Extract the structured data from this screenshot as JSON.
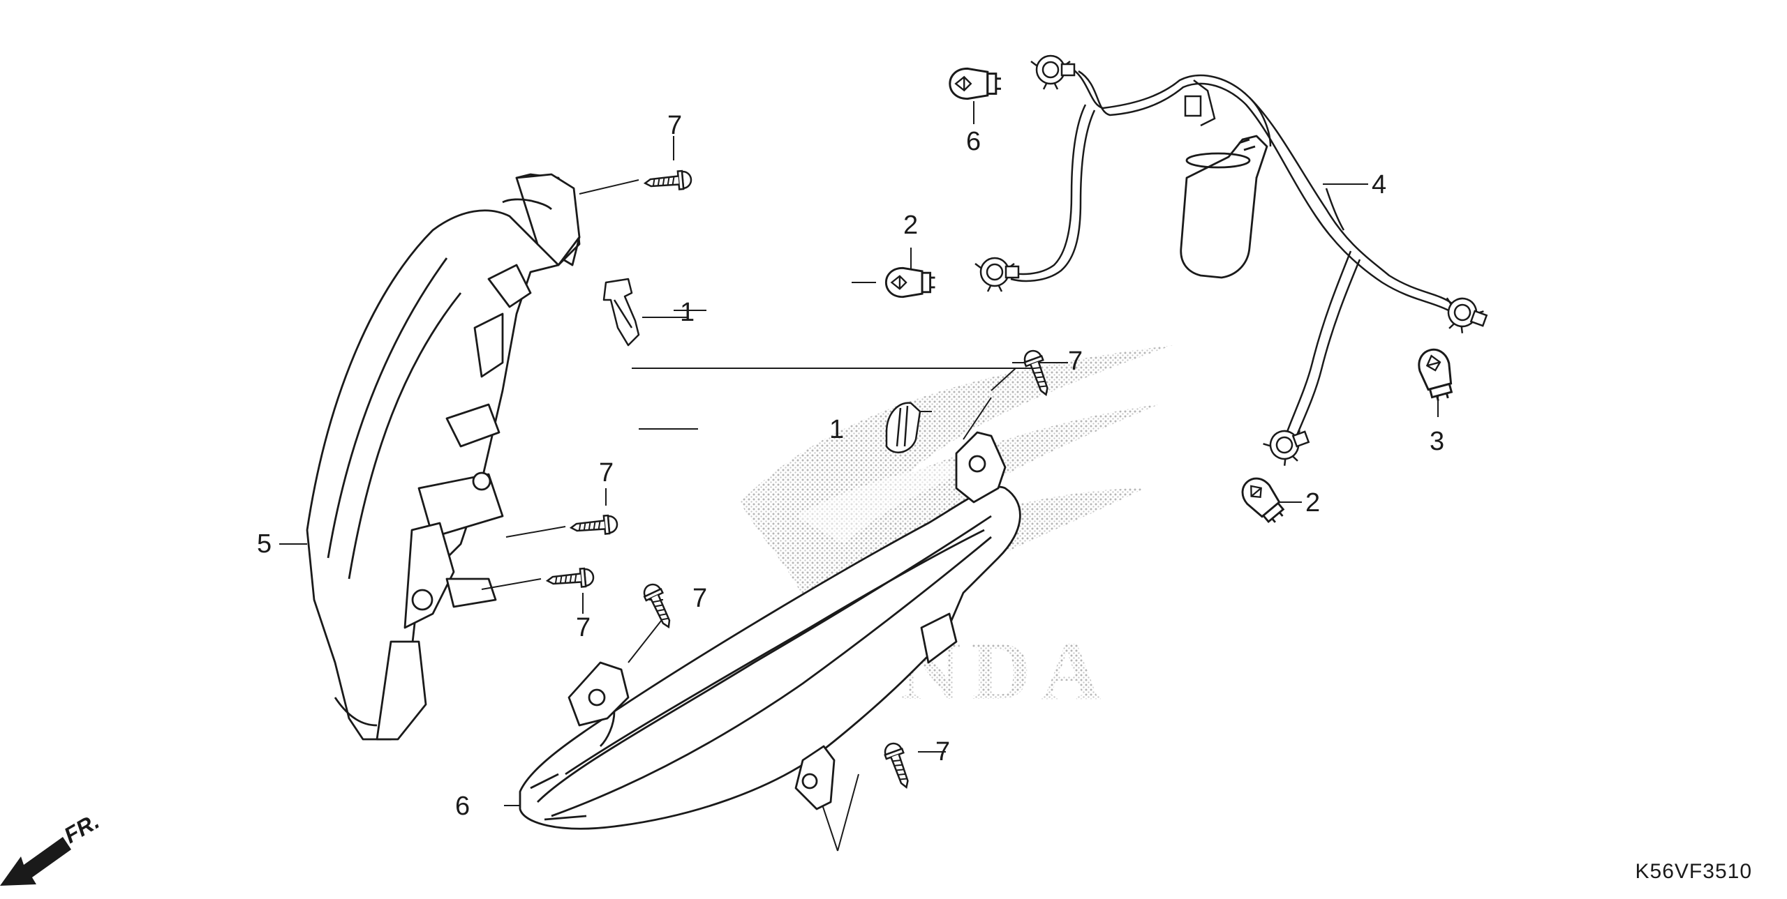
{
  "diagram": {
    "drawing_code": "K56VF3510",
    "direction_label": "FR.",
    "watermark_text": "HONDA",
    "callouts": [
      {
        "id": "c1a",
        "text": "1"
      },
      {
        "id": "c1b",
        "text": "1"
      },
      {
        "id": "c2a",
        "text": "2"
      },
      {
        "id": "c2b",
        "text": "2"
      },
      {
        "id": "c3",
        "text": "3"
      },
      {
        "id": "c4",
        "text": "4"
      },
      {
        "id": "c5",
        "text": "5"
      },
      {
        "id": "c6a",
        "text": "6"
      },
      {
        "id": "c6b",
        "text": "6"
      },
      {
        "id": "c7a",
        "text": "7"
      },
      {
        "id": "c7b",
        "text": "7"
      },
      {
        "id": "c7c",
        "text": "7"
      },
      {
        "id": "c7d",
        "text": "7"
      },
      {
        "id": "c7e",
        "text": "7"
      },
      {
        "id": "c7f",
        "text": "7"
      }
    ]
  }
}
